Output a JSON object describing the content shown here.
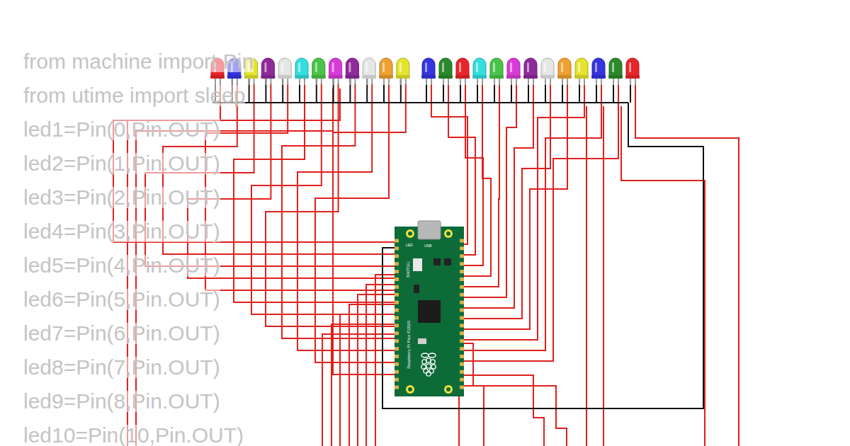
{
  "diagram": {
    "labels": [
      "from machine import Pin",
      "from utime import sleep",
      "led1=Pin(0,Pin.OUT)",
      "led2=Pin(1,Pin.OUT)",
      "led3=Pin(2,Pin.OUT)",
      "led4=Pin(3,Pin.OUT)",
      "led5=Pin(4,Pin.OUT)",
      "led6=Pin(5,Pin.OUT)",
      "led7=Pin(6,Pin.OUT)",
      "led8=Pin(7,Pin.OUT)",
      "led9=Pin(8,Pin.OUT)",
      "led10=Pin(10,Pin.OUT)",
      "LED",
      "USB",
      "BOOTSEL",
      "Raspberry Pi Pico ©2020"
    ]
  }
}
